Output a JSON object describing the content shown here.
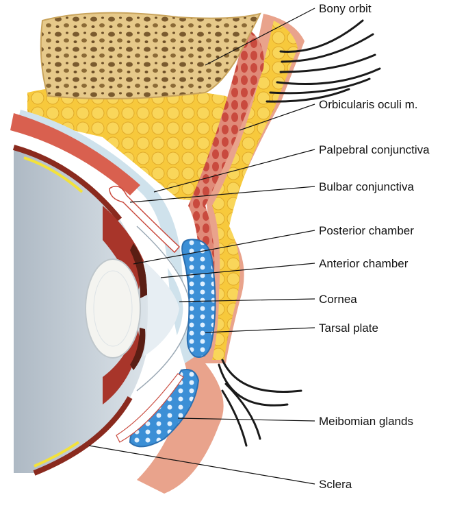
{
  "diagram": {
    "labels": [
      {
        "id": "bony-orbit",
        "text": "Bony orbit"
      },
      {
        "id": "orbicularis",
        "text": "Orbicularis oculi m."
      },
      {
        "id": "palpebral",
        "text": "Palpebral conjunctiva"
      },
      {
        "id": "bulbar",
        "text": "Bulbar conjunctiva"
      },
      {
        "id": "posterior",
        "text": "Posterior chamber"
      },
      {
        "id": "anterior",
        "text": "Anterior chamber"
      },
      {
        "id": "cornea",
        "text": "Cornea"
      },
      {
        "id": "tarsal",
        "text": "Tarsal plate"
      },
      {
        "id": "meibomian",
        "text": "Meibomian glands"
      },
      {
        "id": "sclera",
        "text": "Sclera"
      }
    ],
    "colors": {
      "bone": "#e6c98a",
      "bone_pores": "#7a5a2e",
      "fat": "#f7c93c",
      "muscle": "#c94a3e",
      "skin": "#e9a38c",
      "conjunctiva": "#cfe2ec",
      "sclera": "#c9d3dc",
      "tarsal": "#3b8fd6",
      "lens": "#f4f4f0",
      "iris": "#7a2a1e"
    }
  }
}
